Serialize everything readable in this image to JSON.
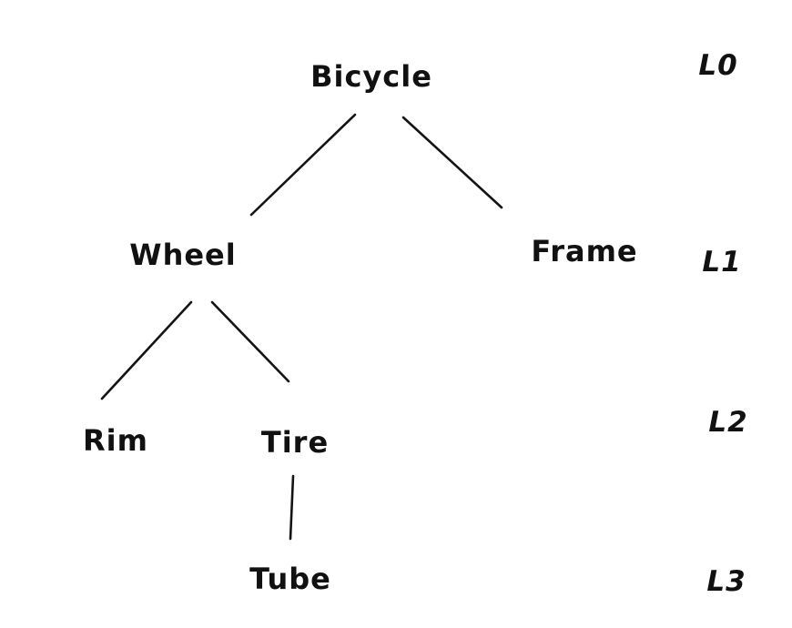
{
  "diagram": {
    "type": "tree",
    "style": "hand-drawn",
    "background_color": "#ffffff",
    "stroke_color": "#141414",
    "text_color": "#111111",
    "nodes": [
      {
        "id": "bicycle",
        "label": "Bicycle",
        "level": 0
      },
      {
        "id": "wheel",
        "label": "Wheel",
        "level": 1
      },
      {
        "id": "frame",
        "label": "Frame",
        "level": 1
      },
      {
        "id": "rim",
        "label": "Rim",
        "level": 2
      },
      {
        "id": "tire",
        "label": "Tire",
        "level": 2
      },
      {
        "id": "tube",
        "label": "Tube",
        "level": 3
      }
    ],
    "edges": [
      {
        "from": "Bicycle",
        "to": "Wheel"
      },
      {
        "from": "Bicycle",
        "to": "Frame"
      },
      {
        "from": "Wheel",
        "to": "Rim"
      },
      {
        "from": "Wheel",
        "to": "Tire"
      },
      {
        "from": "Tire",
        "to": "Tube"
      }
    ],
    "level_labels": [
      {
        "label": "L0",
        "level": 0
      },
      {
        "label": "L1",
        "level": 1
      },
      {
        "label": "L2",
        "level": 2
      },
      {
        "label": "L3",
        "level": 3
      }
    ]
  }
}
